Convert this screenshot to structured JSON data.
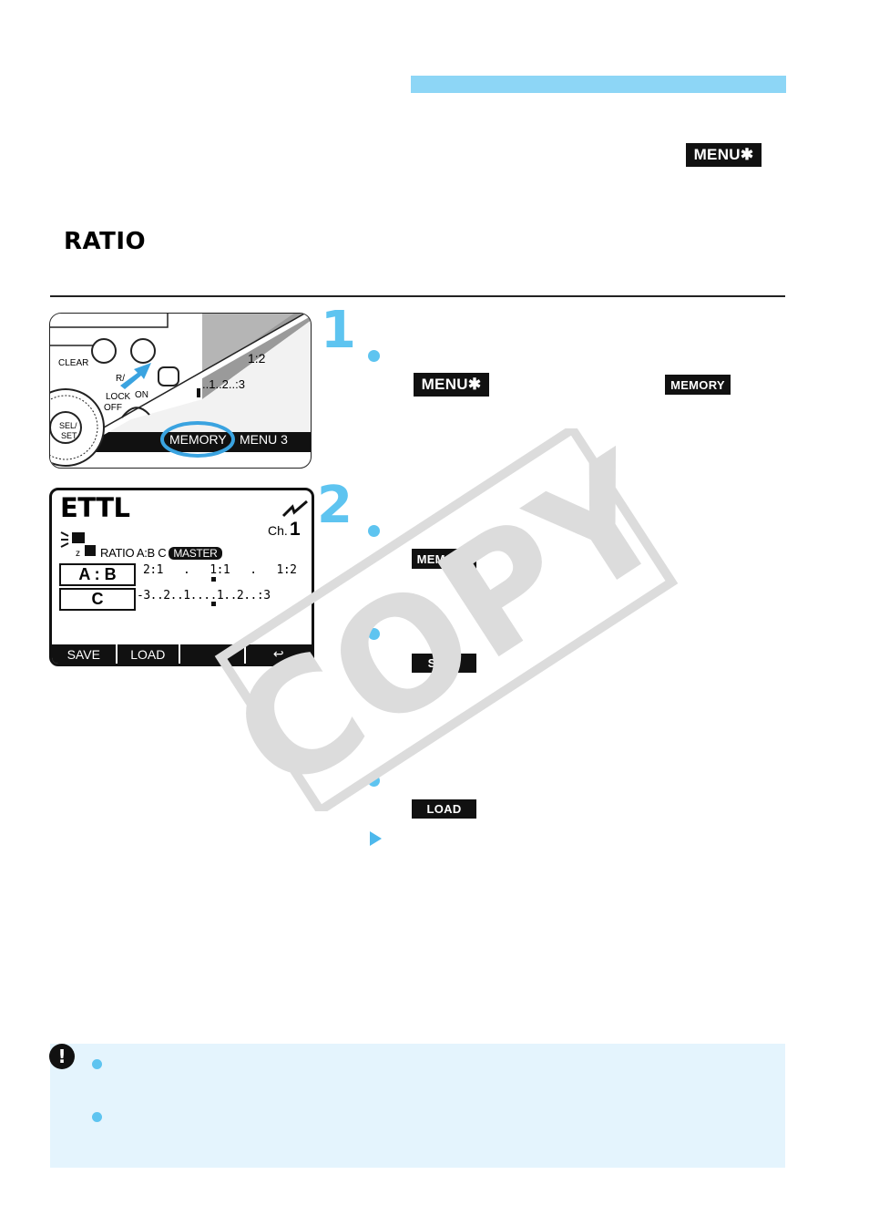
{
  "header": {
    "menu_tag": "MENU✱"
  },
  "section": {
    "heading": "RATIO"
  },
  "step1": {
    "number": "1",
    "menu_tag": "MENU✱",
    "memory_tag": "MEMORY"
  },
  "step2": {
    "number": "2",
    "memory_tag": "MEMORY",
    "save_tag": "SAVE",
    "load_tag": "LOAD"
  },
  "photo": {
    "clear_label": "CLEAR",
    "r_label": "R/",
    "lock_label": "LOCK",
    "off_label": "OFF",
    "on_label": "ON",
    "sel_label": "SEL/",
    "set_label": "SET",
    "ratio_label": "1:2",
    "scale_label": "..1..2..:3",
    "memory_softkey": "MEMORY",
    "menu_softkey": "MENU 3"
  },
  "lcd": {
    "mode": "ETTL",
    "ch_label": "Ch.",
    "ch_value": "1",
    "ratio_label": "RATIO A:B C",
    "master_label": "MASTER",
    "ab_label": "A : B",
    "c_label": "C",
    "ab_scale": "2:1   .   1:1   .   1:2",
    "c_scale": "-3..2..1....1..2..:3",
    "softkeys": [
      "SAVE",
      "LOAD",
      "",
      "↩"
    ]
  },
  "caution": {
    "icon": "!"
  },
  "watermark": {
    "text": "COPY"
  },
  "colors": {
    "accent": "#5ec4f0",
    "bar": "#8dd6f6",
    "caution_bg": "#e4f4fd"
  }
}
